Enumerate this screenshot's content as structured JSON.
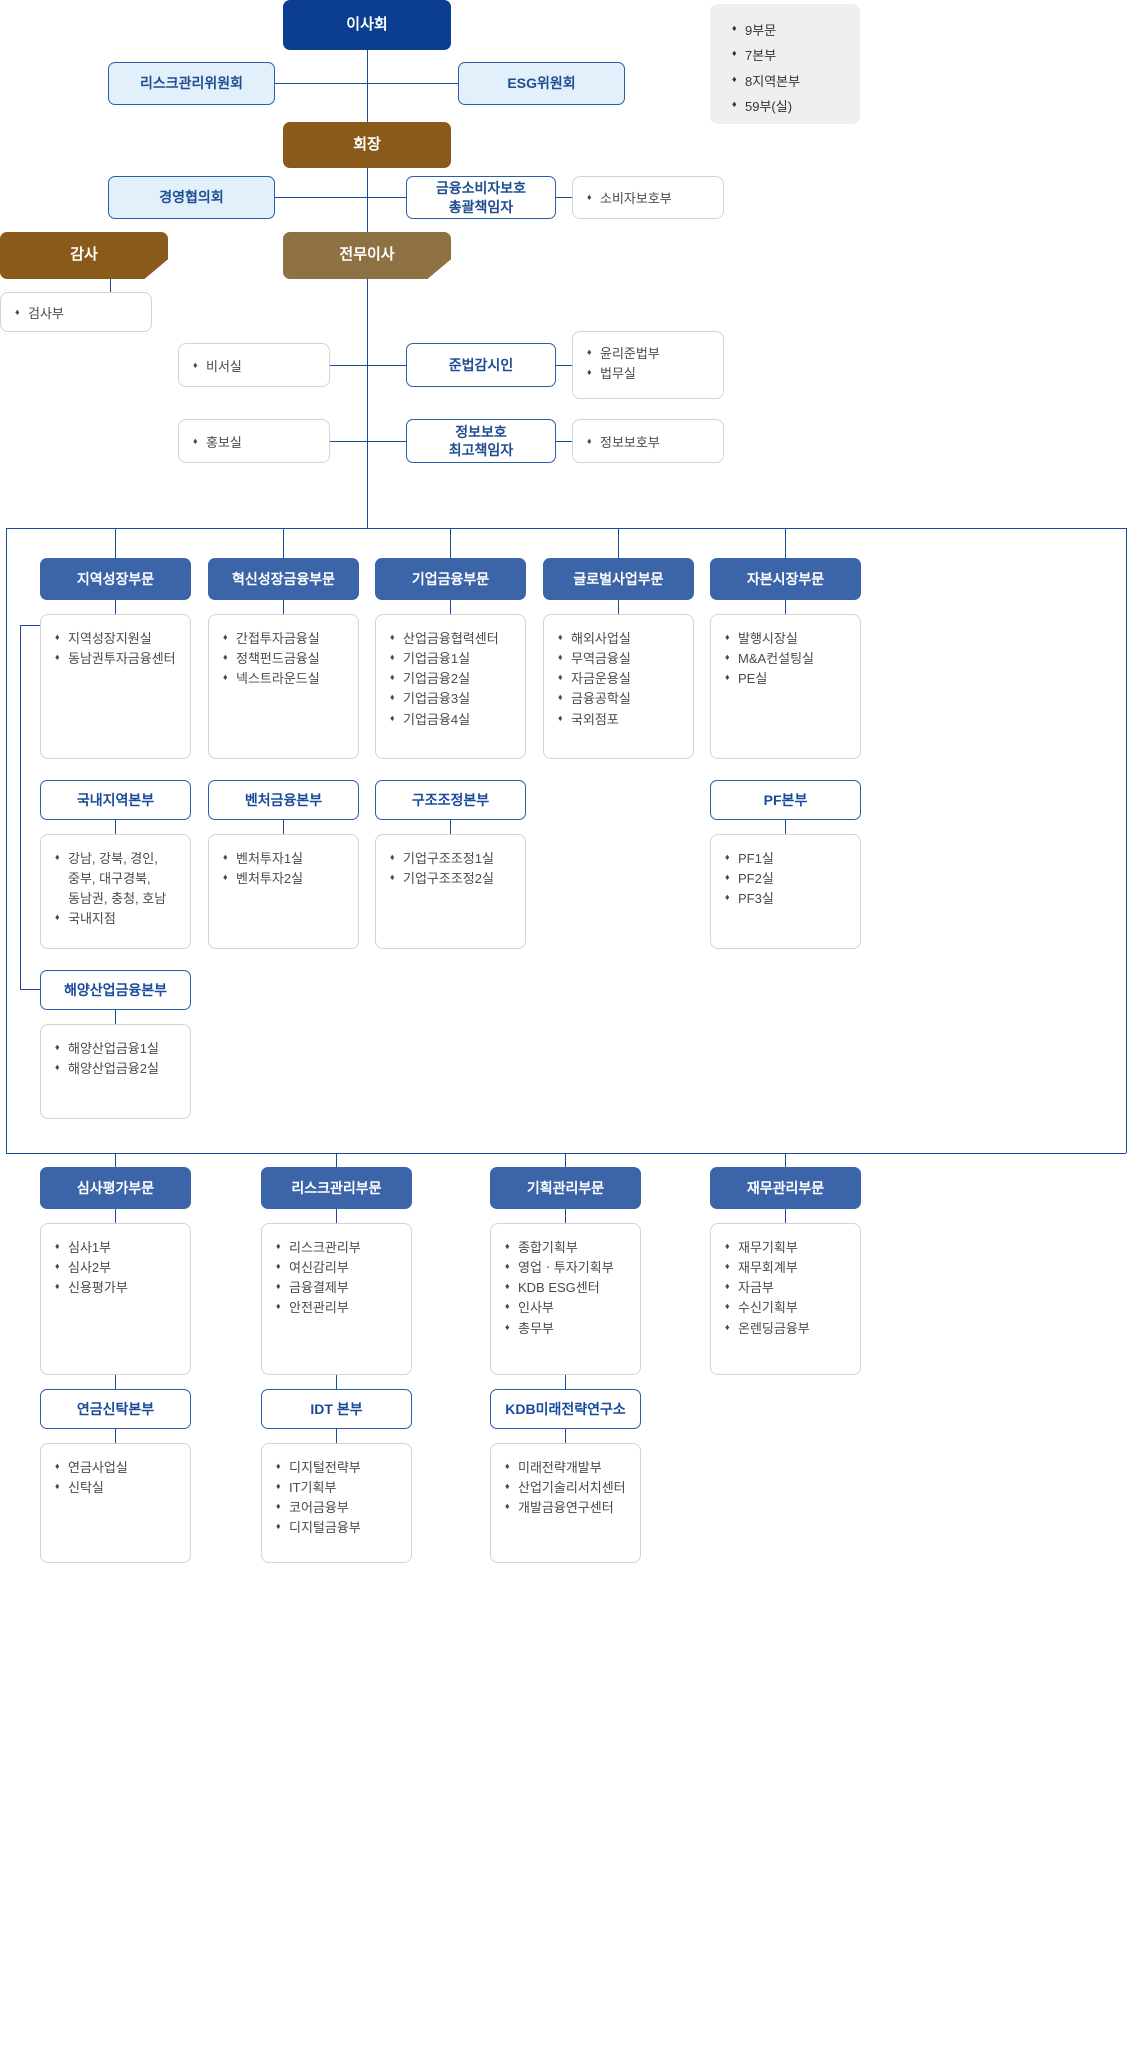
{
  "legend": {
    "items": [
      "9부문",
      "7본부",
      "8지역본부",
      "59부(실)"
    ]
  },
  "top": {
    "board": "이사회",
    "chairman": "회장",
    "auditor": "감사",
    "managing_director": "전무이사"
  },
  "committees": {
    "risk": "리스크관리위원회",
    "esg": "ESG위원회",
    "mgmt_council": "경영협의회"
  },
  "officers": {
    "consumer_protection": "금융소비자보호\n총괄책임자",
    "compliance": "준법감시인",
    "ciso": "정보보호\n최고책임자"
  },
  "staff_boxes": {
    "auditor_dept": [
      "검사부"
    ],
    "consumer_dept": [
      "소비자보호부"
    ],
    "secretariat": [
      "비서실"
    ],
    "pr_office": [
      "홍보실"
    ],
    "compliance_depts": [
      "윤리준법부",
      "법무실"
    ],
    "infosec_depts": [
      "정보보호부"
    ]
  },
  "divisions_row1": [
    {
      "name": "지역성장부문",
      "units": [
        "지역성장지원실",
        "동남권투자금융센터"
      ],
      "hq": [
        {
          "name": "국내지역본부",
          "units": [
            "강남, 강북, 경인,\n중부, 대구경북,\n동남권, 충청, 호남",
            "국내지점"
          ]
        },
        {
          "name": "해양산업금융본부",
          "units": [
            "해양산업금융1실",
            "해양산업금융2실"
          ]
        }
      ]
    },
    {
      "name": "혁신성장금융부문",
      "units": [
        "간접투자금융실",
        "정책펀드금융실",
        "넥스트라운드실"
      ],
      "hq": [
        {
          "name": "벤처금융본부",
          "units": [
            "벤처투자1실",
            "벤처투자2실"
          ]
        }
      ]
    },
    {
      "name": "기업금융부문",
      "units": [
        "산업금융협력센터",
        "기업금융1실",
        "기업금융2실",
        "기업금융3실",
        "기업금융4실"
      ],
      "hq": [
        {
          "name": "구조조정본부",
          "units": [
            "기업구조조정1실",
            "기업구조조정2실"
          ]
        }
      ]
    },
    {
      "name": "글로벌사업부문",
      "units": [
        "해외사업실",
        "무역금융실",
        "자금운용실",
        "금융공학실",
        "국외점포"
      ],
      "hq": []
    },
    {
      "name": "자본시장부문",
      "units": [
        "발행시장실",
        "M&A컨설팅실",
        "PE실"
      ],
      "hq": [
        {
          "name": "PF본부",
          "units": [
            "PF1실",
            "PF2실",
            "PF3실"
          ]
        }
      ]
    }
  ],
  "divisions_row2": [
    {
      "name": "심사평가부문",
      "units": [
        "심사1부",
        "심사2부",
        "신용평가부"
      ],
      "hq": [
        {
          "name": "연금신탁본부",
          "units": [
            "연금사업실",
            "신탁실"
          ]
        }
      ]
    },
    {
      "name": "리스크관리부문",
      "units": [
        "리스크관리부",
        "여신감리부",
        "금융결제부",
        "안전관리부"
      ],
      "hq": [
        {
          "name": "IDT 본부",
          "units": [
            "디지털전략부",
            "IT기획부",
            "코어금융부",
            "디지털금융부"
          ]
        }
      ]
    },
    {
      "name": "기획관리부문",
      "units": [
        "종합기획부",
        "영업ㆍ투자기획부",
        "KDB ESG센터",
        "인사부",
        "총무부"
      ],
      "hq": [
        {
          "name": "KDB미래전략연구소",
          "units": [
            "미래전략개발부",
            "산업기술리서치센터",
            "개발금융연구센터"
          ]
        }
      ]
    },
    {
      "name": "재무관리부문",
      "units": [
        "재무기획부",
        "재무회계부",
        "자금부",
        "수신기획부",
        "온렌딩금융부"
      ],
      "hq": []
    }
  ],
  "colors": {
    "board": "#0b3d91",
    "chairman": "#8a5a1b",
    "exec": "#8d7142",
    "division": "#3b65a8",
    "committee": "#e2f0fb",
    "line": "#1a4b9b"
  }
}
